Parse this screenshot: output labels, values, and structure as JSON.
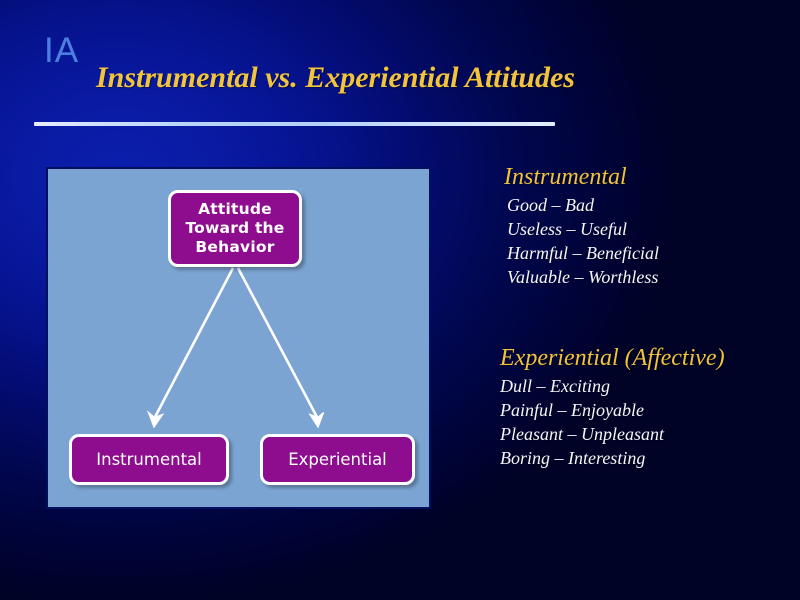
{
  "slide": {
    "logo": "IA",
    "title": "Instrumental vs. Experiential Attitudes",
    "background_color": "#000338",
    "background_highlight_color": "#0a1fae",
    "accent_color": "#f2c33c",
    "divider_color": "#cfe0fb"
  },
  "diagram": {
    "panel_color": "#7ba4d2",
    "panel_border_color": "#00105e",
    "node_fill_color": "#8e0d8e",
    "node_border_color": "#ffffff",
    "arrow_color": "#ffffff",
    "nodes": {
      "top": "Attitude\nToward the\nBehavior",
      "top_line1": "Attitude",
      "top_line2": "Toward the",
      "top_line3": "Behavior",
      "left": "Instrumental",
      "right": "Experiential"
    }
  },
  "lists": [
    {
      "heading": "Instrumental",
      "items": [
        "Good – Bad",
        "Useless – Useful",
        "Harmful – Beneficial",
        "Valuable – Worthless"
      ]
    },
    {
      "heading": "Experiential (Affective)",
      "items": [
        "Dull – Exciting",
        "Painful – Enjoyable",
        "Pleasant – Unpleasant",
        "Boring – Interesting"
      ]
    }
  ]
}
